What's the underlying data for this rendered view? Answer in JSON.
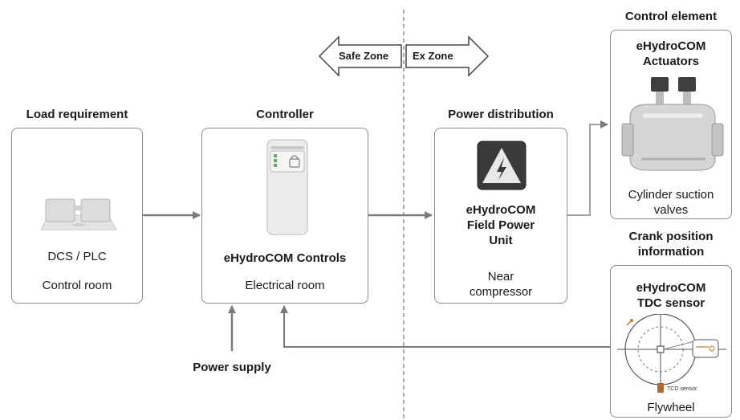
{
  "zones": {
    "safe": "Safe Zone",
    "ex": "Ex Zone"
  },
  "load": {
    "heading": "Load requirement",
    "line1": "DCS / PLC",
    "line2": "Control room"
  },
  "controller": {
    "heading": "Controller",
    "name": "eHydroCOM  Controls",
    "location": "Electrical room"
  },
  "power_distribution": {
    "heading": "Power distribution",
    "name_line1": "eHydroCOM",
    "name_line2": "Field Power",
    "name_line3": "Unit",
    "location_line1": "Near",
    "location_line2": "compressor"
  },
  "control_element": {
    "heading": "Control element",
    "name_line1": "eHydroCOM",
    "name_line2": "Actuators",
    "caption_line1": "Cylinder suction",
    "caption_line2": "valves"
  },
  "crank": {
    "heading_line1": "Crank position",
    "heading_line2": "information",
    "name_line1": "eHydroCOM",
    "name_line2": "TDC sensor",
    "sensor_label": "TCD sensor",
    "caption": "Flywheel"
  },
  "power_supply": {
    "label": "Power supply"
  },
  "colors": {
    "arrow": "#7a7a7a",
    "box_border": "#8c8c8c",
    "hazard_bg": "#3a3a3a",
    "sensor_accent": "#c8762a"
  },
  "icons": [
    "dcs-plc-device-icon",
    "controller-cabinet-icon",
    "high-voltage-warning-icon",
    "actuator-valve-icon",
    "flywheel-tdc-sensor-icon"
  ]
}
